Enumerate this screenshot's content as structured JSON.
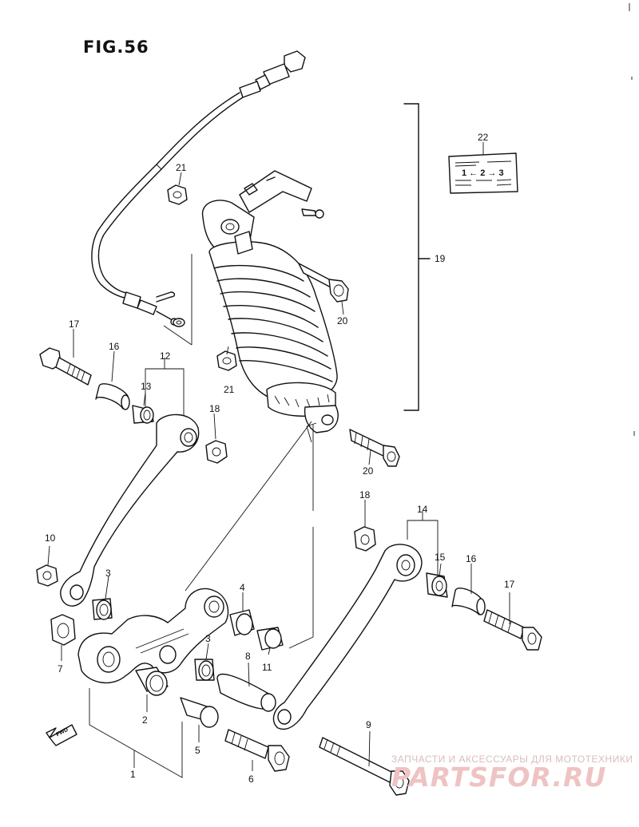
{
  "figure": {
    "title": "FIG.56"
  },
  "callouts": [
    {
      "id": "c1",
      "text": "1"
    },
    {
      "id": "c2",
      "text": "2"
    },
    {
      "id": "c3a",
      "text": "3"
    },
    {
      "id": "c3b",
      "text": "3"
    },
    {
      "id": "c4",
      "text": "4"
    },
    {
      "id": "c5",
      "text": "5"
    },
    {
      "id": "c6",
      "text": "6"
    },
    {
      "id": "c7",
      "text": "7"
    },
    {
      "id": "c8",
      "text": "8"
    },
    {
      "id": "c9",
      "text": "9"
    },
    {
      "id": "c10",
      "text": "10"
    },
    {
      "id": "c11",
      "text": "11"
    },
    {
      "id": "c12",
      "text": "12"
    },
    {
      "id": "c13",
      "text": "13"
    },
    {
      "id": "c14",
      "text": "14"
    },
    {
      "id": "c15",
      "text": "15"
    },
    {
      "id": "c16a",
      "text": "16"
    },
    {
      "id": "c16b",
      "text": "16"
    },
    {
      "id": "c17a",
      "text": "17"
    },
    {
      "id": "c17b",
      "text": "17"
    },
    {
      "id": "c18a",
      "text": "18"
    },
    {
      "id": "c18b",
      "text": "18"
    },
    {
      "id": "c19",
      "text": "19"
    },
    {
      "id": "c20a",
      "text": "20"
    },
    {
      "id": "c20b",
      "text": "20"
    },
    {
      "id": "c21a",
      "text": "21"
    },
    {
      "id": "c21b",
      "text": "21"
    },
    {
      "id": "c22",
      "text": "22"
    }
  ],
  "label_plate": {
    "sequence": "1 ← 2 → 3"
  },
  "direction_arrow": {
    "text": "FWD"
  },
  "watermark": {
    "subtitle": "ЗАПЧАСТИ И АКСЕССУАРЫ ДЛЯ МОТОТЕХНИКИ",
    "brand": "PARTSFOR.RU"
  }
}
